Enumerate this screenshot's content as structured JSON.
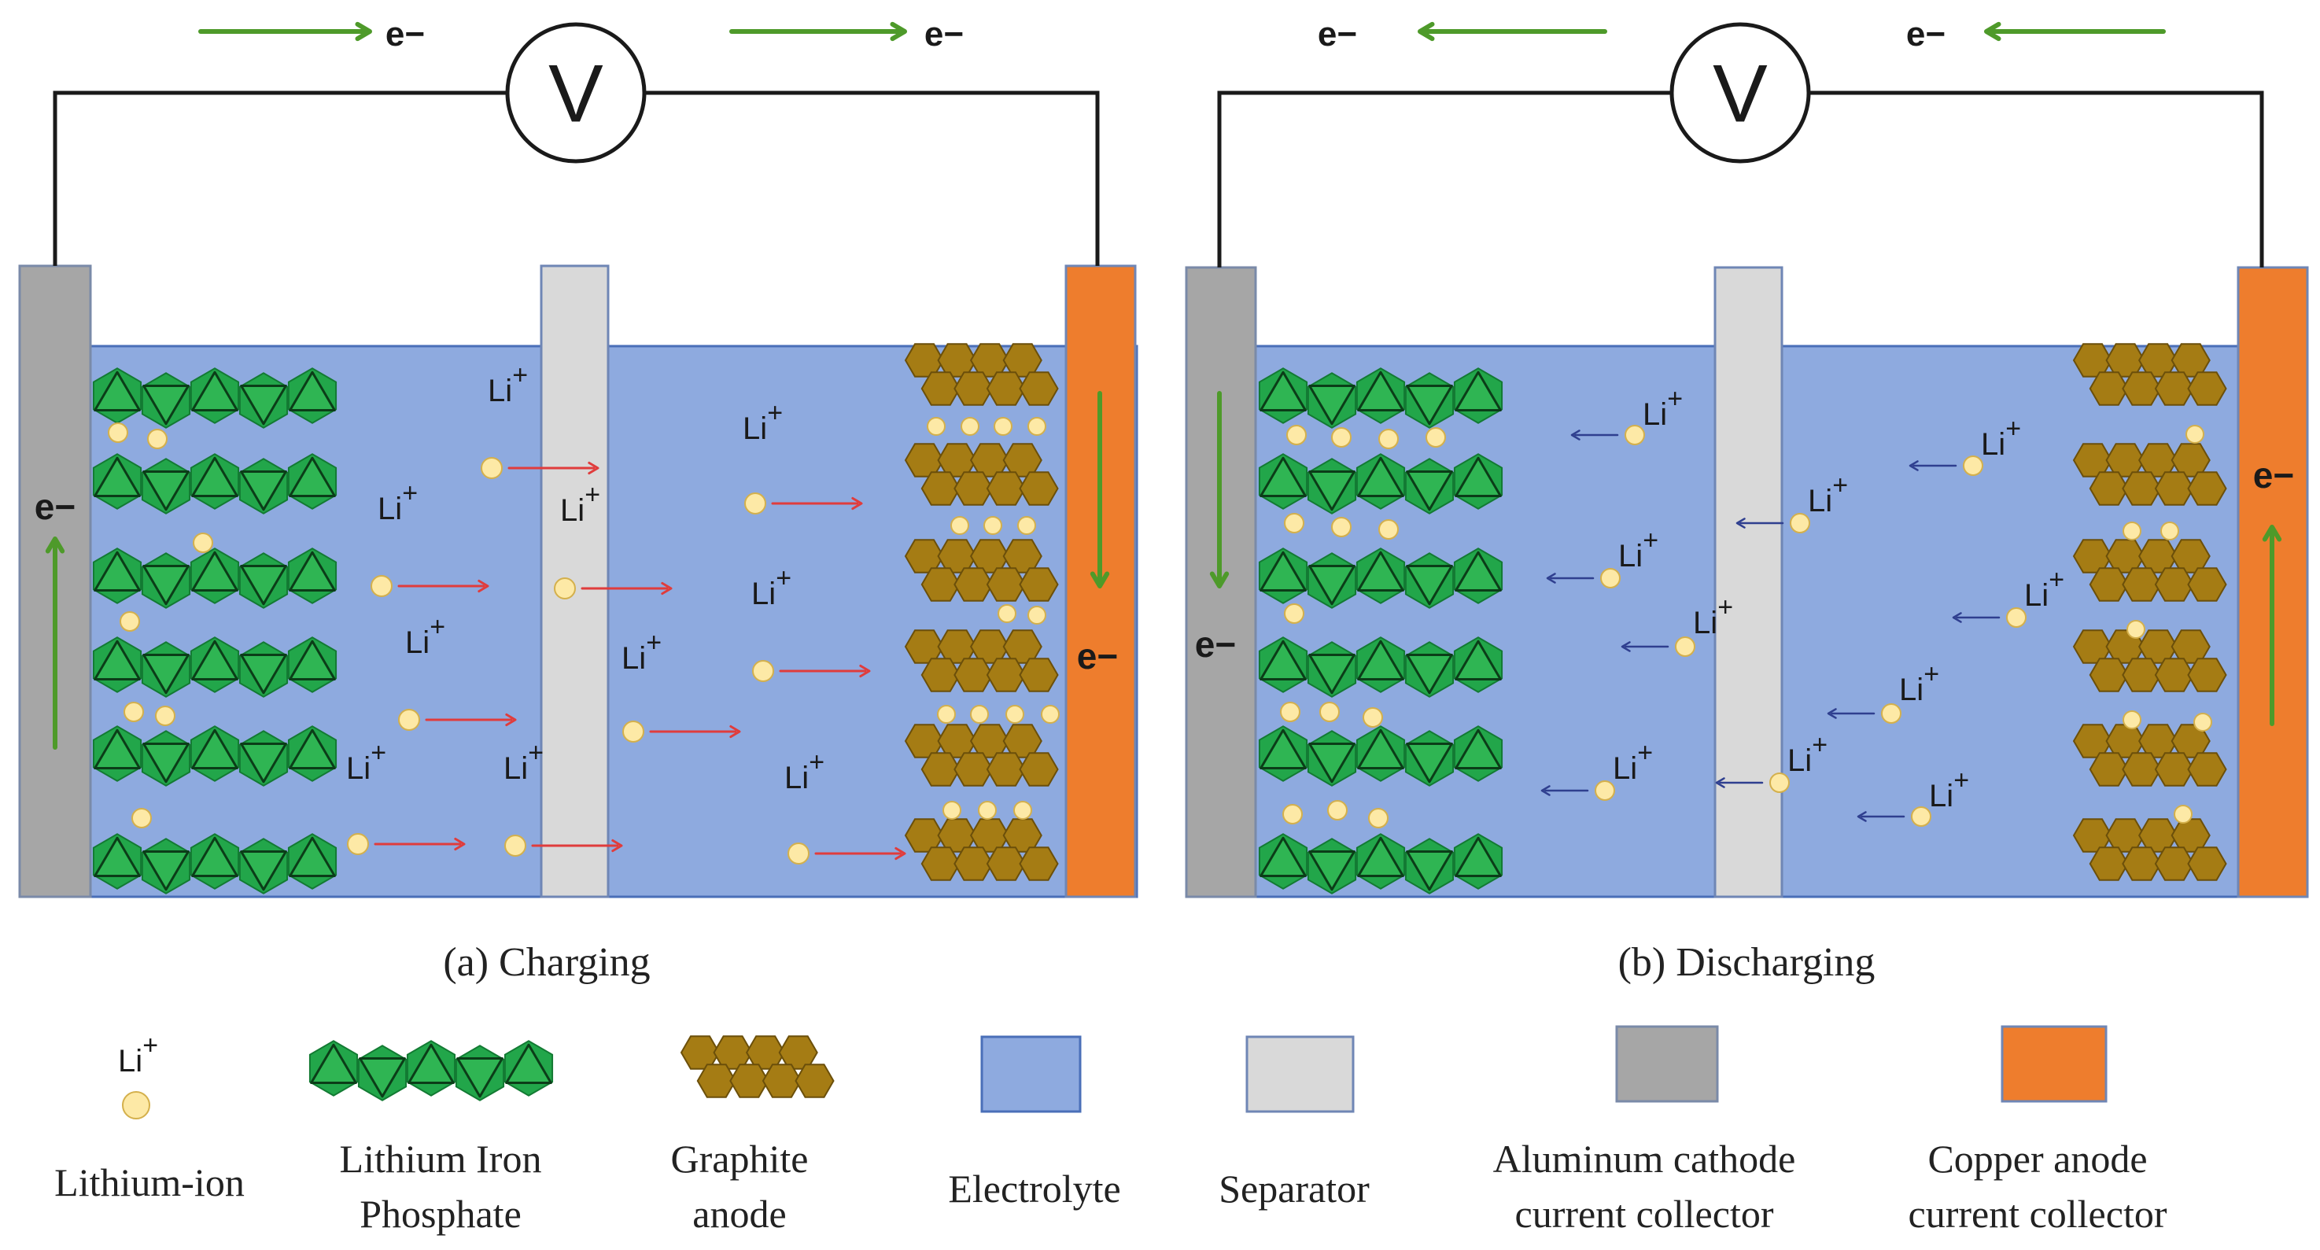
{
  "electron_label": "e−",
  "ion_label": "Li",
  "ion_charge": "+",
  "voltmeter_label": "V",
  "panels": [
    {
      "caption": "(a) Charging",
      "mode": "charging"
    },
    {
      "caption": "(b) Discharging",
      "mode": "discharging"
    }
  ],
  "legend": [
    {
      "key": "ion",
      "lines": [
        "Lithium-ion"
      ]
    },
    {
      "key": "lfp",
      "lines": [
        "Lithium Iron",
        "Phosphate"
      ]
    },
    {
      "key": "graphite",
      "lines": [
        "Graphite",
        "anode"
      ]
    },
    {
      "key": "electrolyte",
      "lines": [
        "Electrolyte"
      ]
    },
    {
      "key": "separator",
      "lines": [
        "Separator"
      ]
    },
    {
      "key": "cathode",
      "lines": [
        "Aluminum cathode",
        "current collector"
      ]
    },
    {
      "key": "anode",
      "lines": [
        "Copper anode",
        "current collector"
      ]
    }
  ],
  "colors": {
    "electrolyte": "#8eaadf",
    "electrolyte_stroke": "#4a6fb8",
    "separator": "#d9d9d9",
    "cathode_collector": "#a6a6a6",
    "anode_collector": "#ee7d2d",
    "lfp_green": "#22a64a",
    "lfp_dark": "#137a33",
    "graphite": "#a57c14",
    "graphite_edge": "#6b4f0a",
    "ion_fill": "#fde9a6",
    "ion_stroke": "#d4b04c",
    "charge_arrow": "#e03c3c",
    "discharge_arrow": "#2f3f8f",
    "electron_arrow": "#4e9a2a",
    "wire": "#1a1a1a"
  },
  "icons": [
    "voltmeter-icon",
    "lithium-ion-icon",
    "lfp-crystal-icon",
    "graphite-hexagon-icon",
    "electron-flow-arrow-icon"
  ]
}
